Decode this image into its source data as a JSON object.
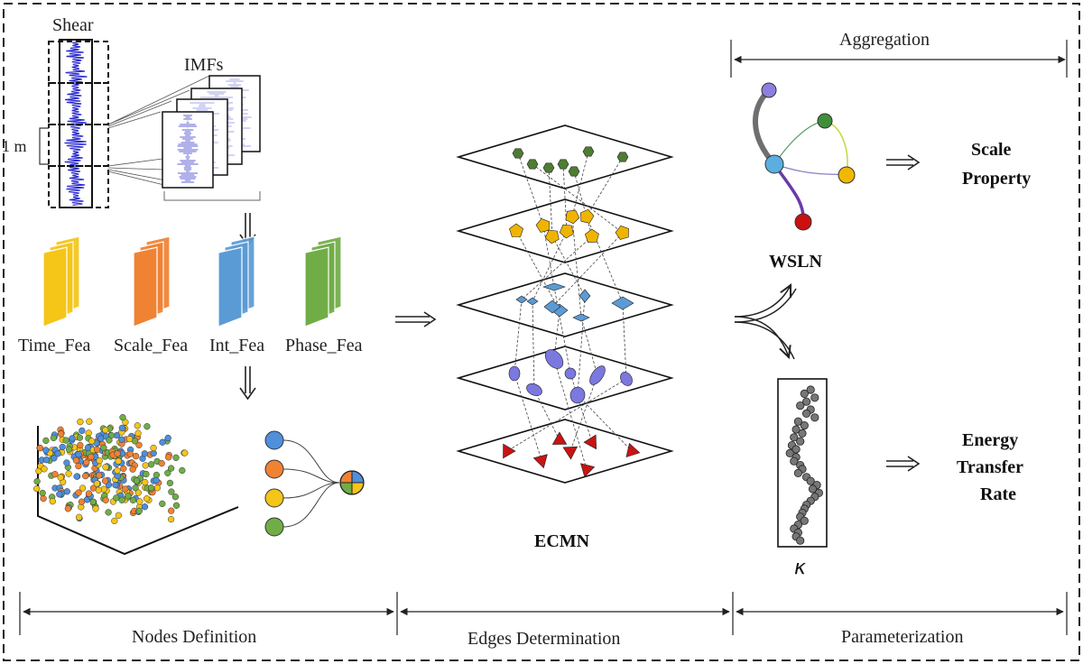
{
  "signal": {
    "shear_label": "Shear",
    "imfs_label": "IMFs",
    "scale_label": "1 m"
  },
  "features": [
    {
      "label": "Time_Fea",
      "color": "#f5c518"
    },
    {
      "label": "Scale_Fea",
      "color": "#f08233"
    },
    {
      "label": "Int_Fea",
      "color": "#5b9bd5"
    },
    {
      "label": "Phase_Fea",
      "color": "#70ad47"
    }
  ],
  "node_colors": [
    "#4f8fdc",
    "#f08233",
    "#f5c518",
    "#70ad47"
  ],
  "ecmn": {
    "label": "ECMN",
    "layer_colors": [
      "#4e7d32",
      "#f0b400",
      "#5b9bd5",
      "#7b78e0",
      "#c81414"
    ]
  },
  "wsln": {
    "label": "WSLN",
    "node_colors": [
      "#8c7fe0",
      "#3f8f3a",
      "#5aaee0",
      "#f0b800",
      "#cc1010"
    ]
  },
  "outputs": {
    "scale_property": [
      "Scale",
      "Property"
    ],
    "energy_transfer_rate": [
      "Energy",
      "Transfer",
      "Rate"
    ],
    "kappa_label": "κ"
  },
  "sections": {
    "aggregation": "Aggregation",
    "nodes_definition": "Nodes Definition",
    "edges_determination": "Edges Determination",
    "parameterization": "Parameterization"
  }
}
